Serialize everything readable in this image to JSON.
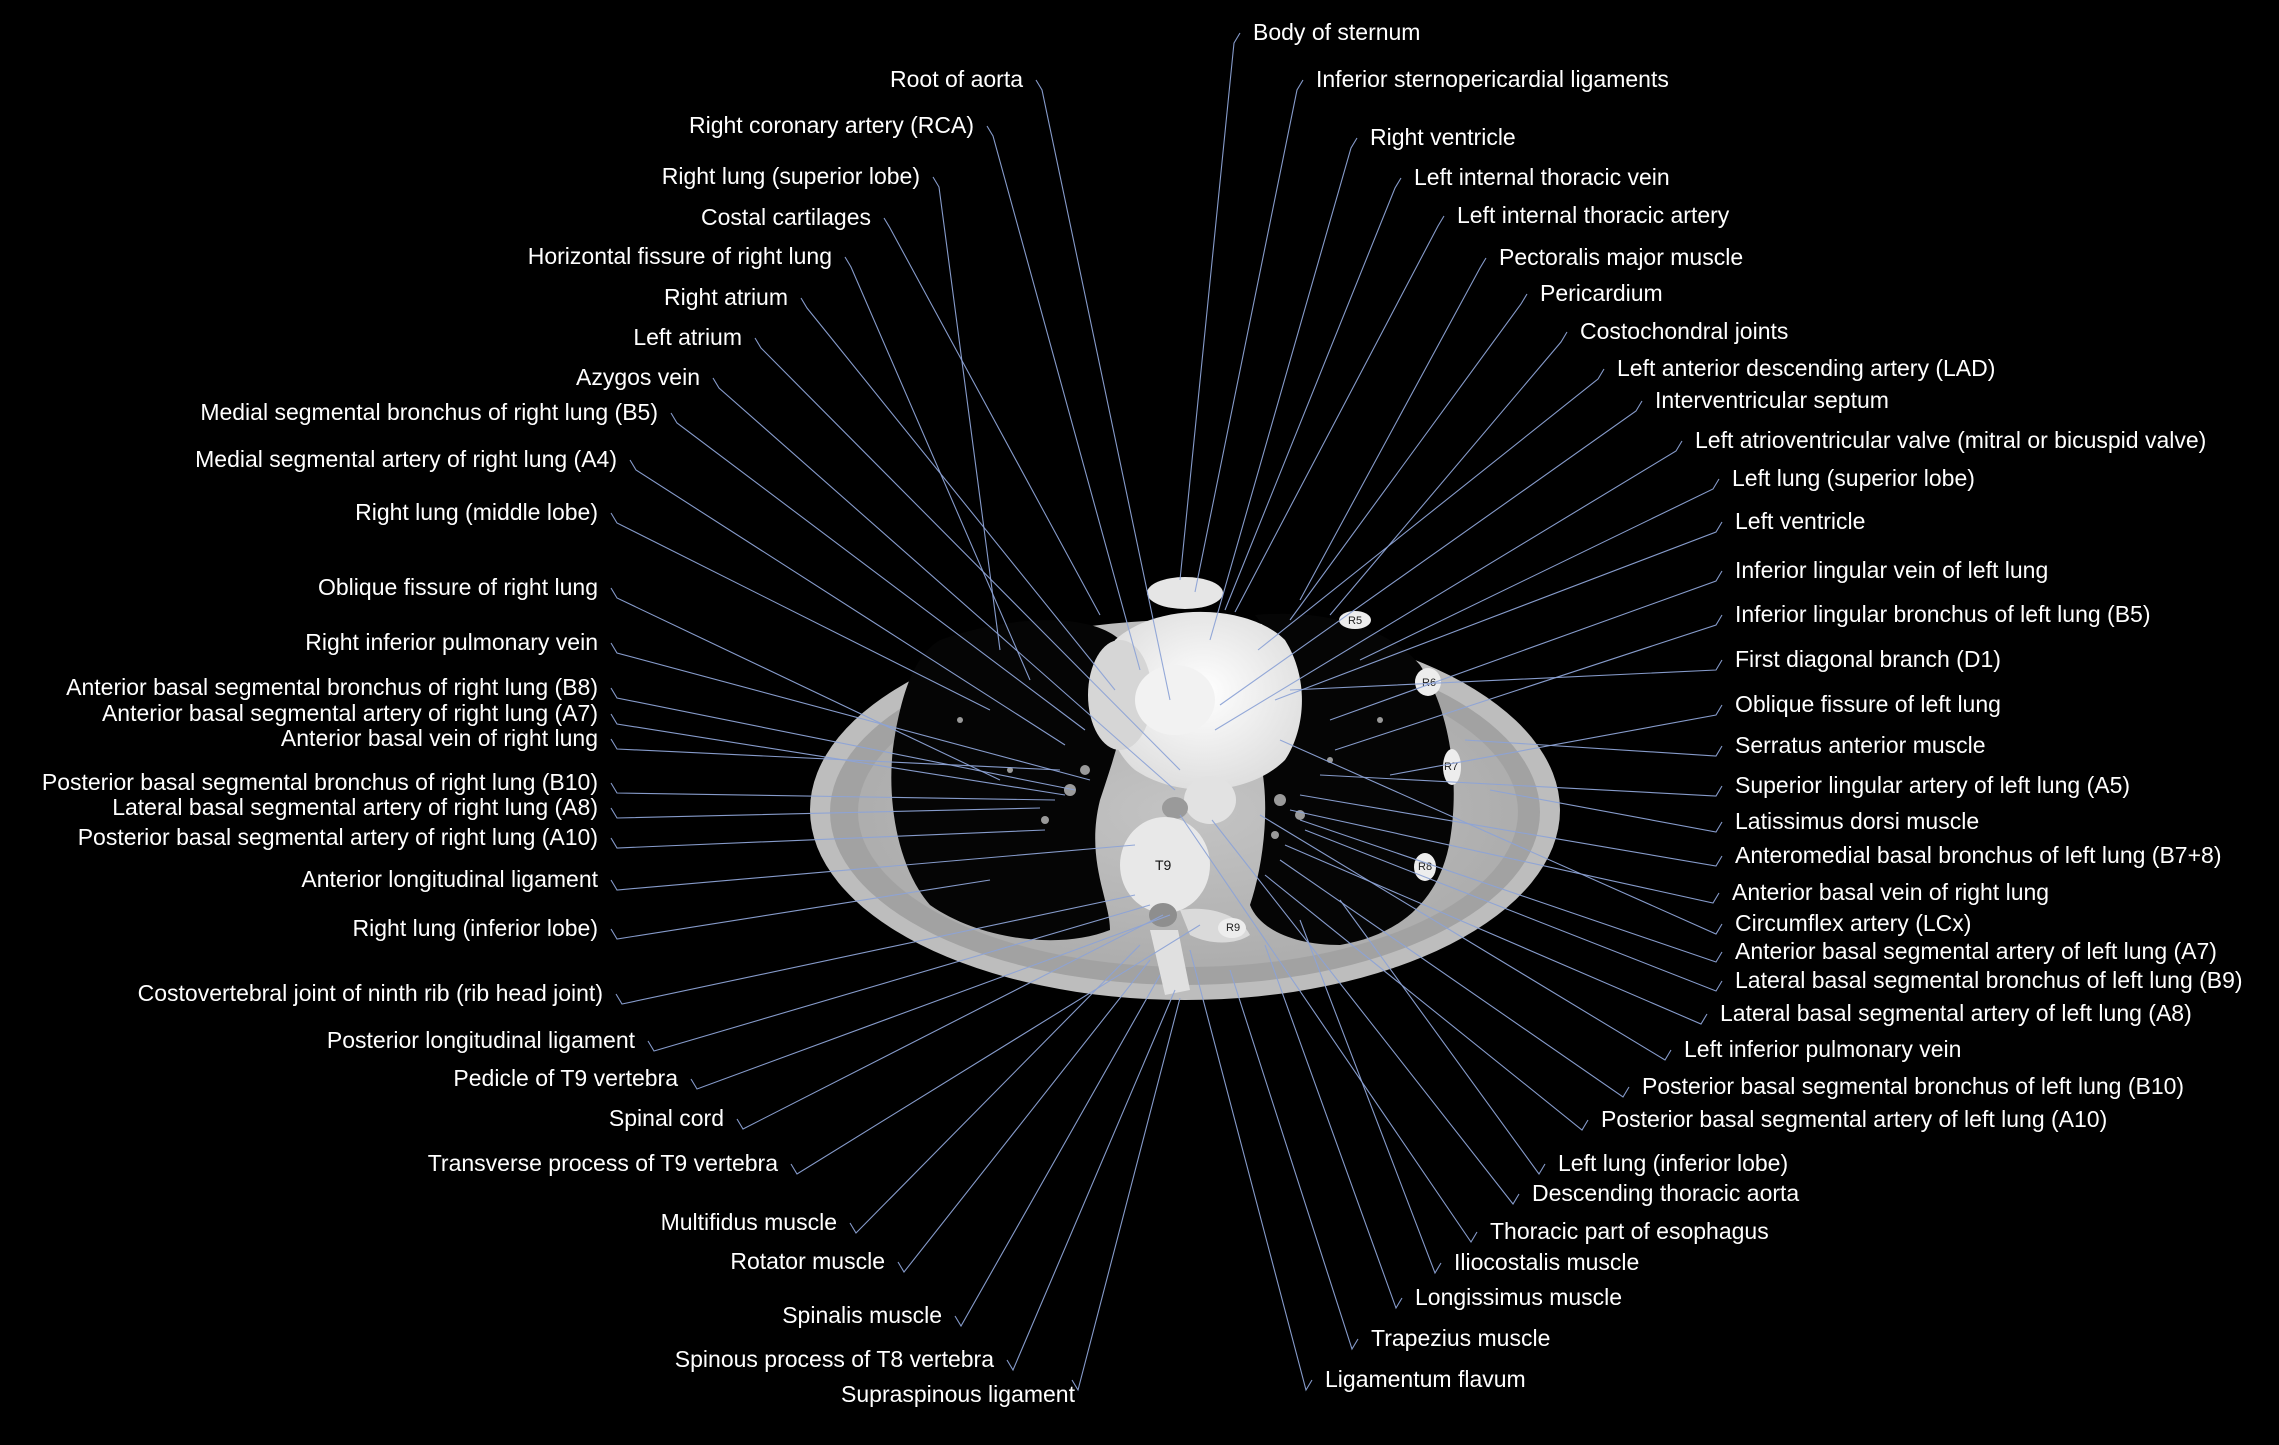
{
  "image": {
    "vertebra_label": "T9",
    "rib_labels": [
      "R5",
      "R6",
      "R7",
      "R8",
      "R9"
    ]
  },
  "colors": {
    "background": "#000000",
    "text": "#ffffff",
    "leader_lines": "#8da3d6"
  },
  "labels": [
    {
      "text": "Body of sternum",
      "side": "right"
    },
    {
      "text": "Inferior sternopericardial ligaments",
      "side": "right"
    },
    {
      "text": "Right ventricle",
      "side": "right"
    },
    {
      "text": "Left internal thoracic vein",
      "side": "right"
    },
    {
      "text": "Left internal thoracic artery",
      "side": "right"
    },
    {
      "text": "Pectoralis major muscle",
      "side": "right"
    },
    {
      "text": "Pericardium",
      "side": "right"
    },
    {
      "text": "Costochondral joints",
      "side": "right"
    },
    {
      "text": "Left anterior descending artery (LAD)",
      "side": "right"
    },
    {
      "text": "Interventricular septum",
      "side": "right"
    },
    {
      "text": "Left atrioventricular valve (mitral or bicuspid valve)",
      "side": "right"
    },
    {
      "text": "Left lung (superior lobe)",
      "side": "right"
    },
    {
      "text": "Left ventricle",
      "side": "right"
    },
    {
      "text": "Inferior lingular vein of left lung",
      "side": "right"
    },
    {
      "text": "Inferior lingular bronchus of left lung (B5)",
      "side": "right"
    },
    {
      "text": "First diagonal branch (D1)",
      "side": "right"
    },
    {
      "text": "Oblique fissure of left lung",
      "side": "right"
    },
    {
      "text": "Serratus anterior muscle",
      "side": "right"
    },
    {
      "text": "Superior lingular artery of left lung (A5)",
      "side": "right"
    },
    {
      "text": "Latissimus dorsi muscle",
      "side": "right"
    },
    {
      "text": "Anteromedial basal bronchus of left lung (B7+8)",
      "side": "right"
    },
    {
      "text": "Anterior basal vein of right lung",
      "side": "right"
    },
    {
      "text": "Circumflex artery (LCx)",
      "side": "right"
    },
    {
      "text": "Anterior basal segmental artery of left lung (A7)",
      "side": "right"
    },
    {
      "text": "Lateral basal segmental bronchus of left lung (B9)",
      "side": "right"
    },
    {
      "text": "Lateral basal segmental artery of left lung (A8)",
      "side": "right"
    },
    {
      "text": "Left inferior pulmonary vein",
      "side": "right"
    },
    {
      "text": "Posterior basal segmental bronchus of left lung (B10)",
      "side": "right"
    },
    {
      "text": "Posterior basal segmental artery of left lung (A10)",
      "side": "right"
    },
    {
      "text": "Left lung (inferior lobe)",
      "side": "right"
    },
    {
      "text": "Descending thoracic aorta",
      "side": "right"
    },
    {
      "text": "Thoracic part of esophagus",
      "side": "right"
    },
    {
      "text": "Iliocostalis muscle",
      "side": "right"
    },
    {
      "text": "Longissimus muscle",
      "side": "right"
    },
    {
      "text": "Trapezius muscle",
      "side": "right"
    },
    {
      "text": "Ligamentum flavum",
      "side": "right"
    },
    {
      "text": "Root of aorta",
      "side": "left"
    },
    {
      "text": "Right coronary artery (RCA)",
      "side": "left"
    },
    {
      "text": "Right lung (superior lobe)",
      "side": "left"
    },
    {
      "text": "Costal cartilages",
      "side": "left"
    },
    {
      "text": "Horizontal fissure of right lung",
      "side": "left"
    },
    {
      "text": "Right atrium",
      "side": "left"
    },
    {
      "text": "Left atrium",
      "side": "left"
    },
    {
      "text": "Azygos vein",
      "side": "left"
    },
    {
      "text": "Medial segmental bronchus of right lung (B5)",
      "side": "left"
    },
    {
      "text": "Medial segmental artery of right lung (A4)",
      "side": "left"
    },
    {
      "text": "Right lung (middle lobe)",
      "side": "left"
    },
    {
      "text": "Oblique fissure of right lung",
      "side": "left"
    },
    {
      "text": "Right inferior pulmonary vein",
      "side": "left"
    },
    {
      "text": "Anterior basal segmental bronchus of right lung (B8)",
      "side": "left"
    },
    {
      "text": "Anterior basal segmental artery of right lung (A7)",
      "side": "left"
    },
    {
      "text": "Anterior basal vein of right lung",
      "side": "left"
    },
    {
      "text": "Posterior basal segmental bronchus of right lung (B10)",
      "side": "left"
    },
    {
      "text": "Lateral basal segmental artery of right lung (A8)",
      "side": "left"
    },
    {
      "text": "Posterior basal segmental artery of right lung (A10)",
      "side": "left"
    },
    {
      "text": "Anterior longitudinal ligament",
      "side": "left"
    },
    {
      "text": "Right lung (inferior lobe)",
      "side": "left"
    },
    {
      "text": "Costovertebral joint of ninth rib (rib head joint)",
      "side": "left"
    },
    {
      "text": "Posterior longitudinal ligament",
      "side": "left"
    },
    {
      "text": "Pedicle of T9 vertebra",
      "side": "left"
    },
    {
      "text": "Spinal cord",
      "side": "left"
    },
    {
      "text": "Transverse process of T9 vertebra",
      "side": "left"
    },
    {
      "text": "Multifidus muscle",
      "side": "left"
    },
    {
      "text": "Rotator muscle",
      "side": "left"
    },
    {
      "text": "Spinalis muscle",
      "side": "left"
    },
    {
      "text": "Spinous process of T8 vertebra",
      "side": "left"
    },
    {
      "text": "Supraspinous ligament",
      "side": "left"
    }
  ]
}
